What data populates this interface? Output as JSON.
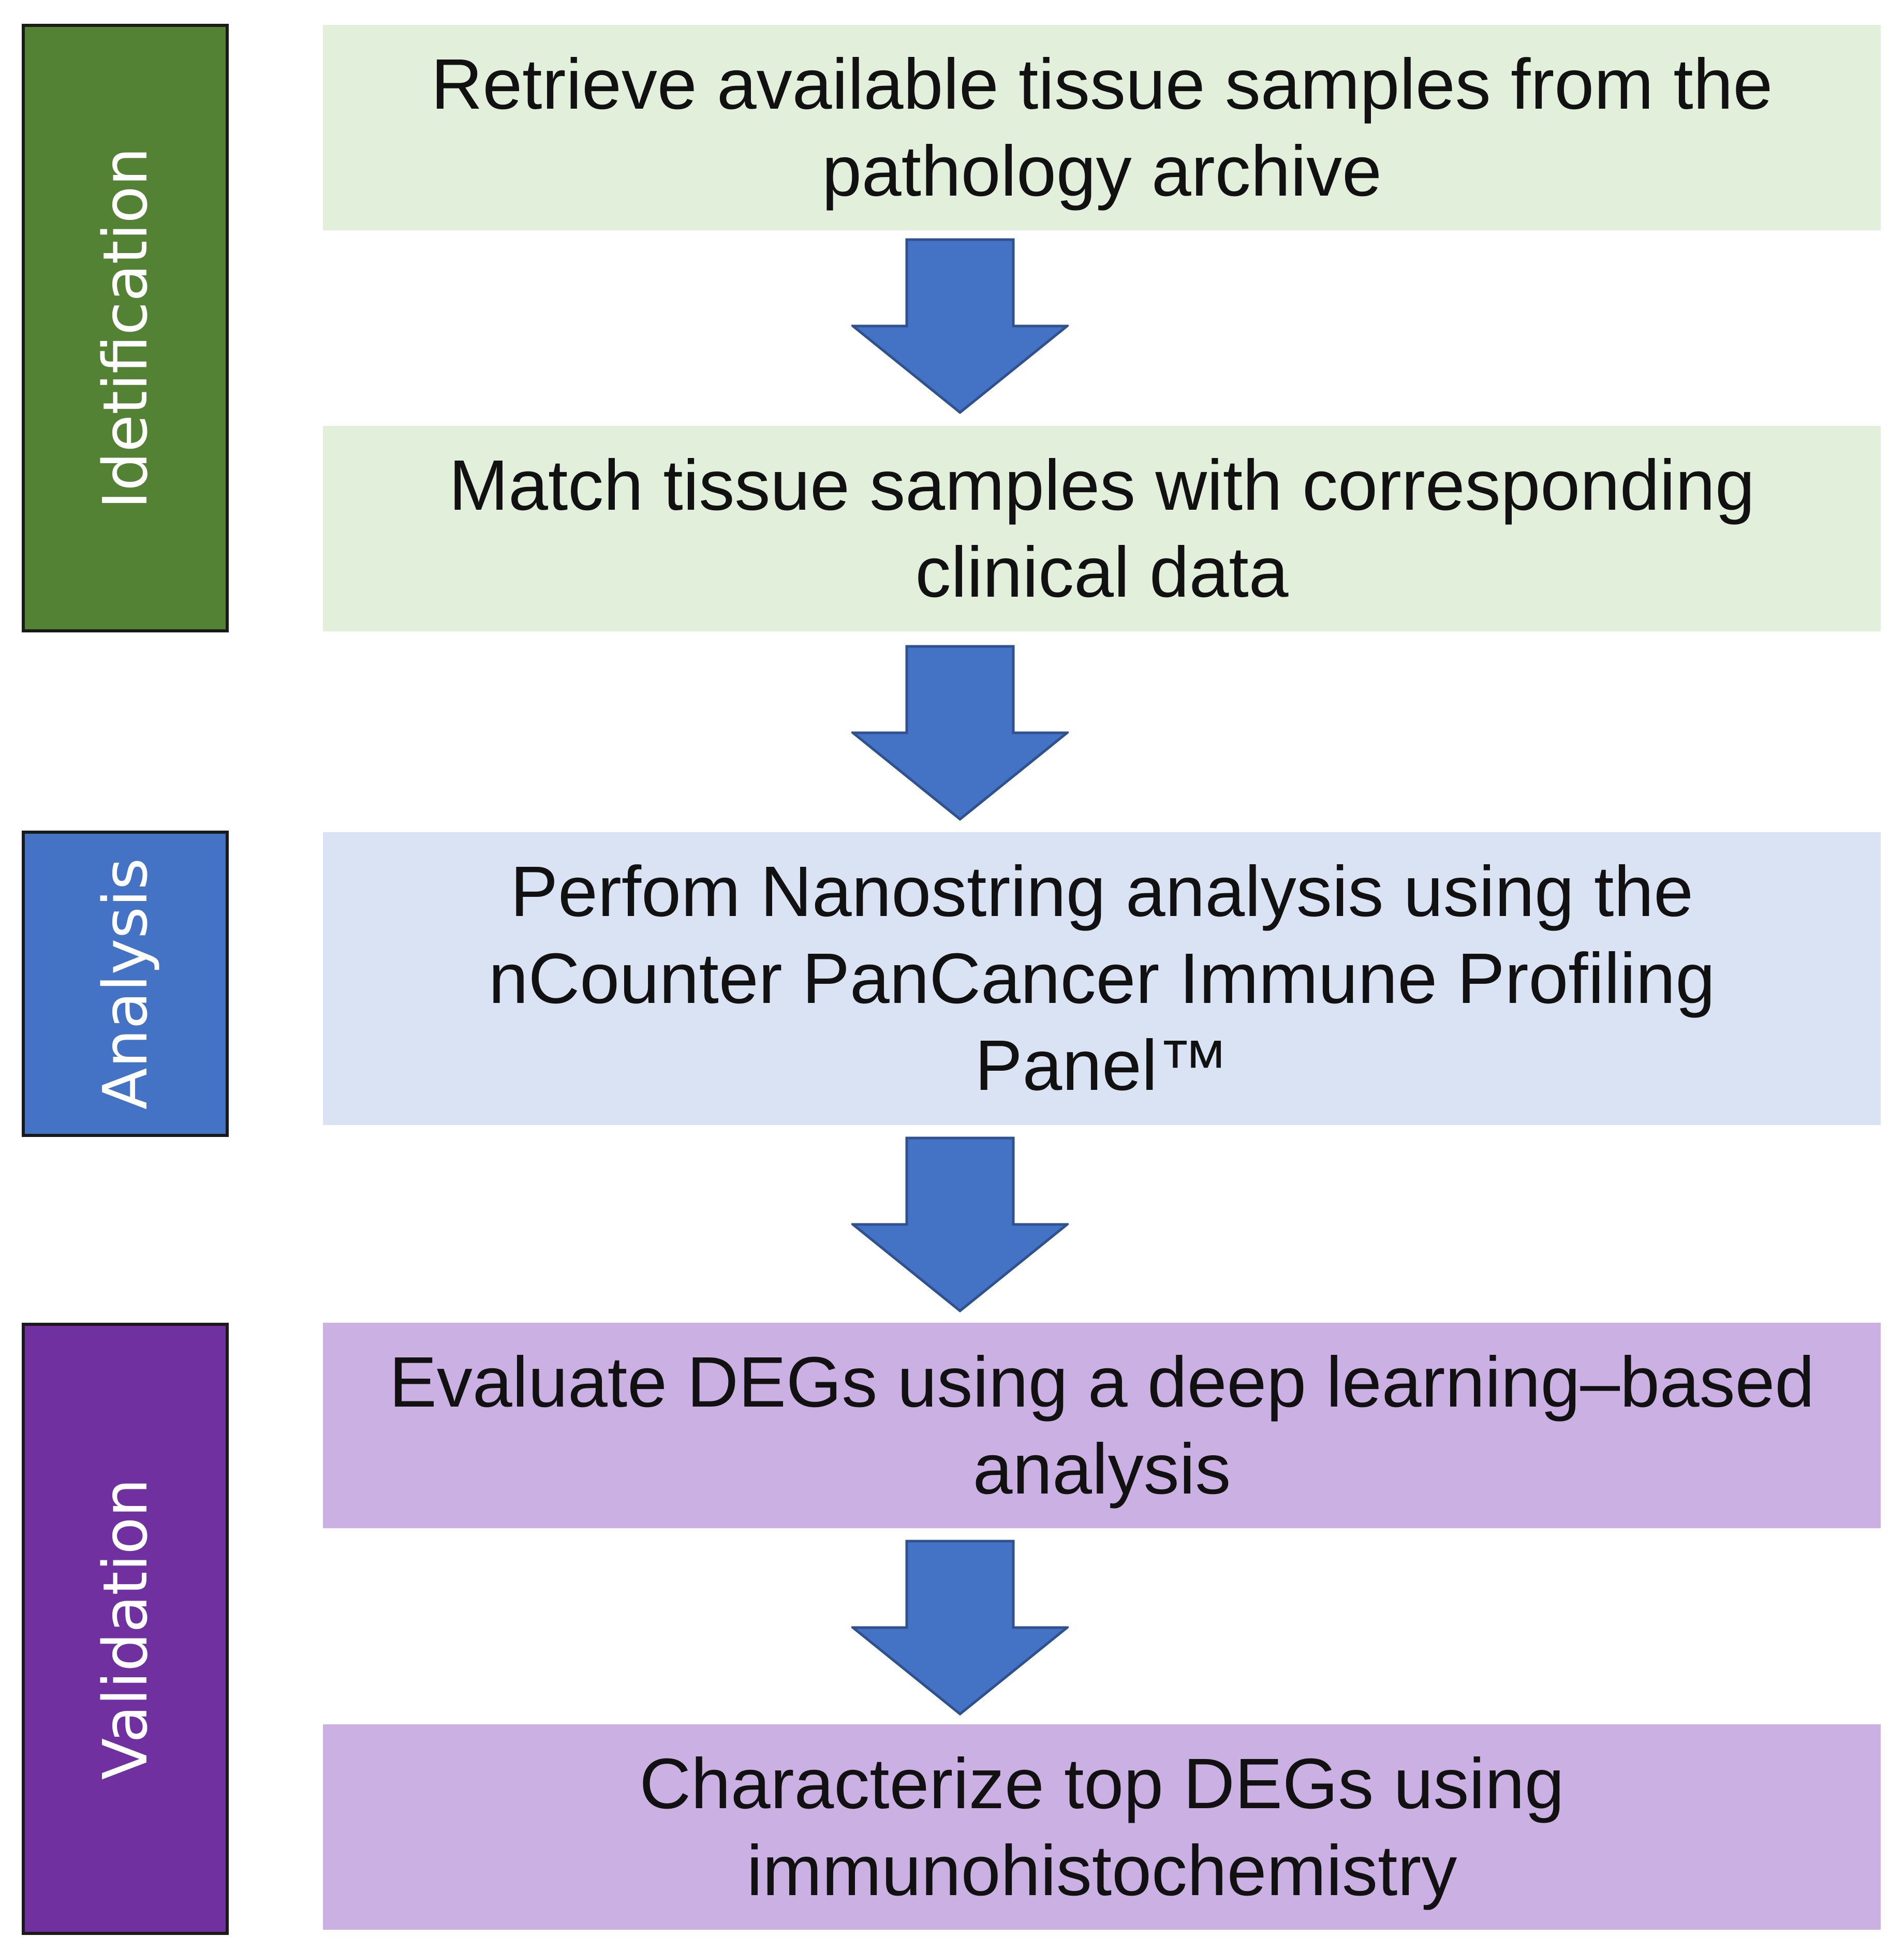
{
  "colors": {
    "identification": "#548235",
    "analysis": "#4472C4",
    "validation": "#7030A0",
    "identification_step_fill": "#E2EFDA",
    "analysis_step_fill": "#DAE3F3",
    "validation_step_fill": "#CBB0E3",
    "arrow_fill": "#4472C4",
    "arrow_stroke": "#2F528F"
  },
  "phases": {
    "identification": {
      "label": "Idetification"
    },
    "analysis": {
      "label": "Analysis"
    },
    "validation": {
      "label": "Validation"
    }
  },
  "steps": [
    {
      "text": "Retrieve available tissue samples from the pathology archive"
    },
    {
      "text": "Match tissue samples with corresponding clinical data"
    },
    {
      "text": "Perfom Nanostring analysis using the nCounter PanCancer Immune Profiling Panel™"
    },
    {
      "text": "Evaluate DEGs using a deep learning–based analysis"
    },
    {
      "text": "Characterize top DEGs using immunohistochemistry"
    }
  ],
  "arrows": [
    {
      "from": 1,
      "to": 2
    },
    {
      "from": 2,
      "to": 3
    },
    {
      "from": 3,
      "to": 4
    },
    {
      "from": 4,
      "to": 5
    }
  ]
}
